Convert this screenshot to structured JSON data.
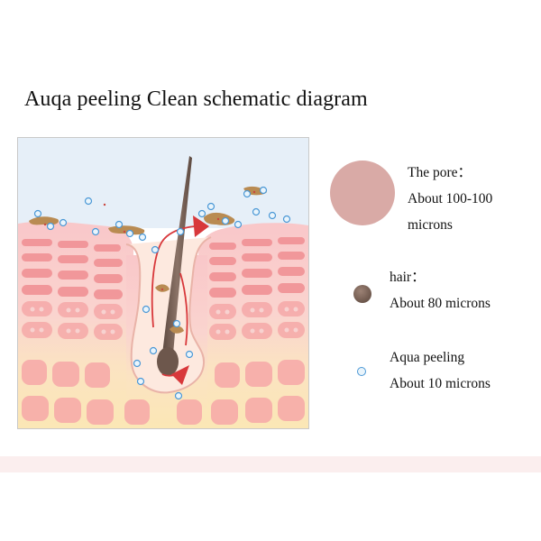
{
  "title": "Auqa peeling Clean schematic diagram",
  "legend": {
    "pore": {
      "label": "The pore：",
      "size": "About 100-100",
      "unit": "microns"
    },
    "hair": {
      "label": "hair：",
      "size": "About 80 microns"
    },
    "aqua": {
      "label": "Aqua peeling",
      "size": "About 10 microns"
    }
  },
  "colors": {
    "pore": "#d9aaa6",
    "hair": "#6d574c",
    "aqua_particle": "#4b98d6",
    "skin_pink": "#f7c3c3",
    "skin_yellow": "#fbe7b5",
    "sky_blue": "#e3eef8",
    "flow_arrow": "#d8383b"
  },
  "icons": {
    "pore": "pore-circle-icon",
    "hair": "hair-dot-icon",
    "aqua": "aqua-particle-icon"
  }
}
